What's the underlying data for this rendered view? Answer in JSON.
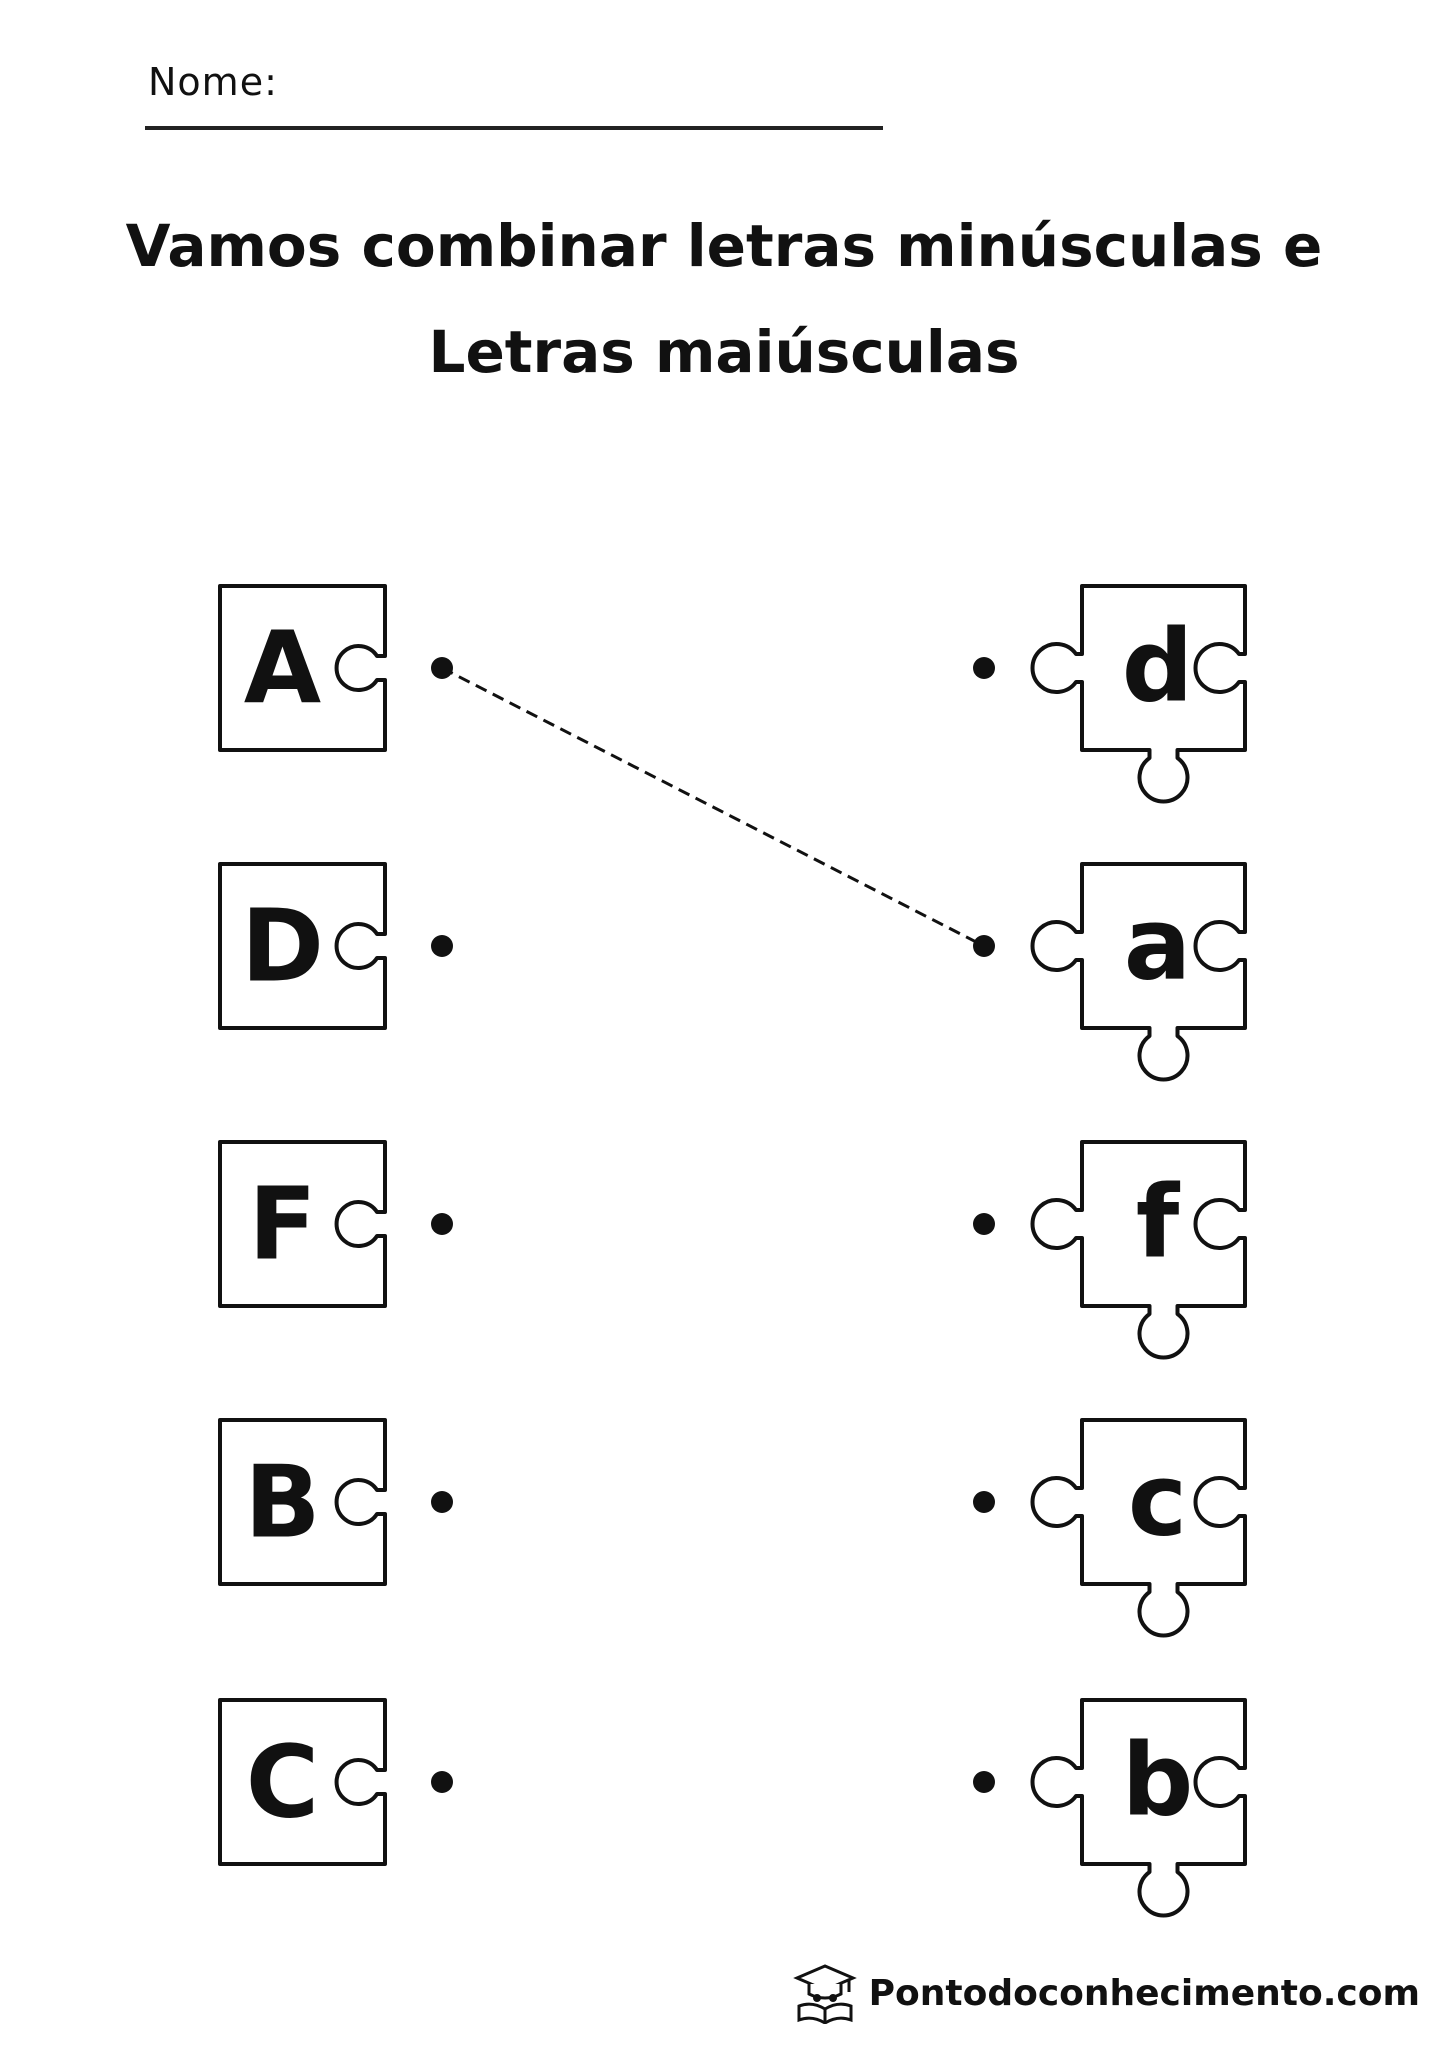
{
  "header": {
    "name_label": "Nome:"
  },
  "title": {
    "line1": "Vamos combinar letras minúsculas e",
    "line2": "Letras maiúsculas"
  },
  "left_pieces": [
    "A",
    "D",
    "F",
    "B",
    "C"
  ],
  "right_pieces": [
    "d",
    "a",
    "f",
    "c",
    "b"
  ],
  "example_connection": {
    "from": "A",
    "to": "a"
  },
  "footer": {
    "site": "Pontodoconhecimento.com",
    "logo_icon": "graduation-book-icon"
  }
}
